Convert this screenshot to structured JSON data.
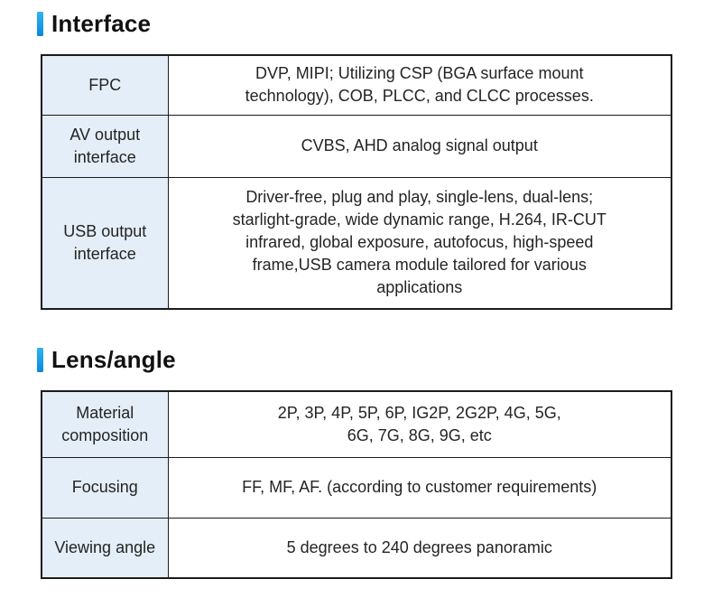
{
  "colors": {
    "accent_gradient_top": "#2eb4f2",
    "accent_gradient_bottom": "#0b87de",
    "label_cell_bg": "#e4eef8",
    "table_border": "#1b1b1b",
    "body_text": "#242424",
    "title_text": "#111111",
    "page_bg": "#ffffff"
  },
  "sections": [
    {
      "title": "Interface",
      "rows": [
        {
          "label": "FPC",
          "value": "DVP, MIPI; Utilizing CSP (BGA surface mount\ntechnology), COB, PLCC, and CLCC processes."
        },
        {
          "label": "AV output interface",
          "value": "CVBS, AHD analog signal output"
        },
        {
          "label": "USB output interface",
          "value": "Driver-free, plug and play, single-lens, dual-lens;\nstarlight-grade, wide dynamic range, H.264, IR-CUT\ninfrared, global exposure, autofocus, high-speed\nframe,USB camera module tailored for various\napplications"
        }
      ]
    },
    {
      "title": "Lens/angle",
      "rows": [
        {
          "label": "Material composition",
          "value": "2P, 3P, 4P, 5P, 6P, IG2P, 2G2P, 4G, 5G,\n6G, 7G, 8G, 9G, etc"
        },
        {
          "label": "Focusing",
          "value": "FF, MF, AF. (according to customer requirements)"
        },
        {
          "label": "Viewing angle",
          "value": "5 degrees to 240 degrees panoramic"
        }
      ]
    }
  ]
}
